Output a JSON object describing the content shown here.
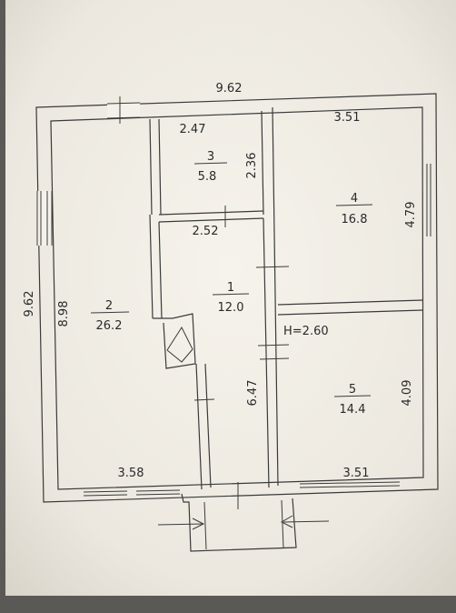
{
  "plan": {
    "overall_width": "9.62",
    "overall_height": "9.62",
    "ceiling_height": "H=2.60",
    "rooms": [
      {
        "num": "1",
        "area": "12.0"
      },
      {
        "num": "2",
        "area": "26.2"
      },
      {
        "num": "3",
        "area": "5.8"
      },
      {
        "num": "4",
        "area": "16.8"
      },
      {
        "num": "5",
        "area": "14.4"
      }
    ],
    "dims": {
      "room2_height": "8.98",
      "room2_width": "3.58",
      "room3_width": "2.47",
      "room3_height": "2.36",
      "hall_width": "2.52",
      "hall_height": "6.47",
      "room4_width": "3.51",
      "room4_height": "4.79",
      "room5_width": "3.51",
      "room5_height": "4.09"
    }
  },
  "colors": {
    "paper": "#f4f1ea",
    "background": "#5b5956",
    "ink": "#2a2a2a"
  }
}
